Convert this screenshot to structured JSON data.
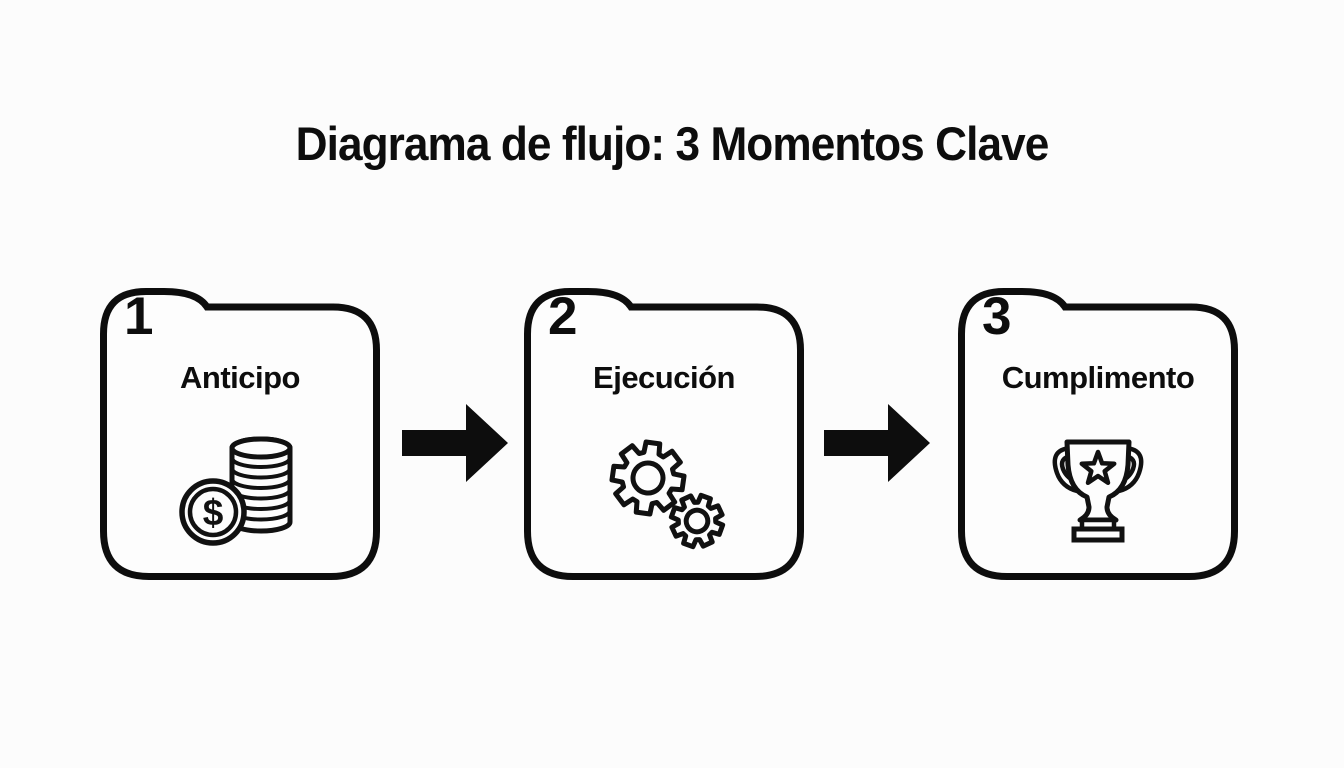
{
  "title": "Diagrama de flujo: 3 Momentos Clave",
  "colors": {
    "ink": "#0d0d0d",
    "background": "#fcfcfc",
    "card_fill": "#fdfdfd"
  },
  "steps": [
    {
      "number": "1",
      "label": "Anticipo",
      "icon": "coins-icon",
      "coin_symbol": "$"
    },
    {
      "number": "2",
      "label": "Ejecución",
      "icon": "gears-icon"
    },
    {
      "number": "3",
      "label": "Cumplimento",
      "icon": "trophy-icon"
    }
  ],
  "connectors": [
    {
      "icon": "arrow-right-icon"
    },
    {
      "icon": "arrow-right-icon"
    }
  ]
}
